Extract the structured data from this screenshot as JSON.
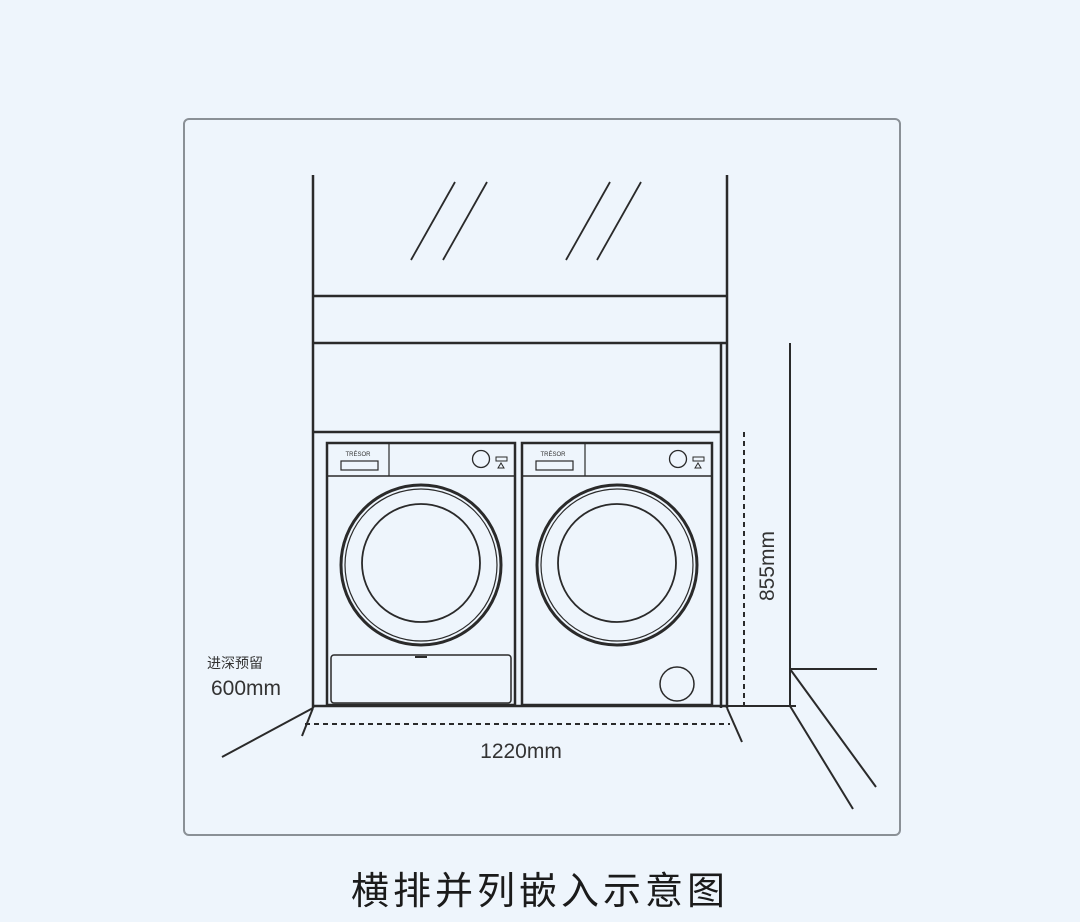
{
  "diagram": {
    "depth_label": "进深预留",
    "depth_value": "600mm",
    "width_value": "1220mm",
    "height_value": "855mm",
    "brand_left": "TRÉSOR",
    "brand_right": "TRÉSOR",
    "line_color": "#2a2a2a",
    "background_color": "#eef5fc"
  },
  "caption": "横排并列嵌入示意图"
}
